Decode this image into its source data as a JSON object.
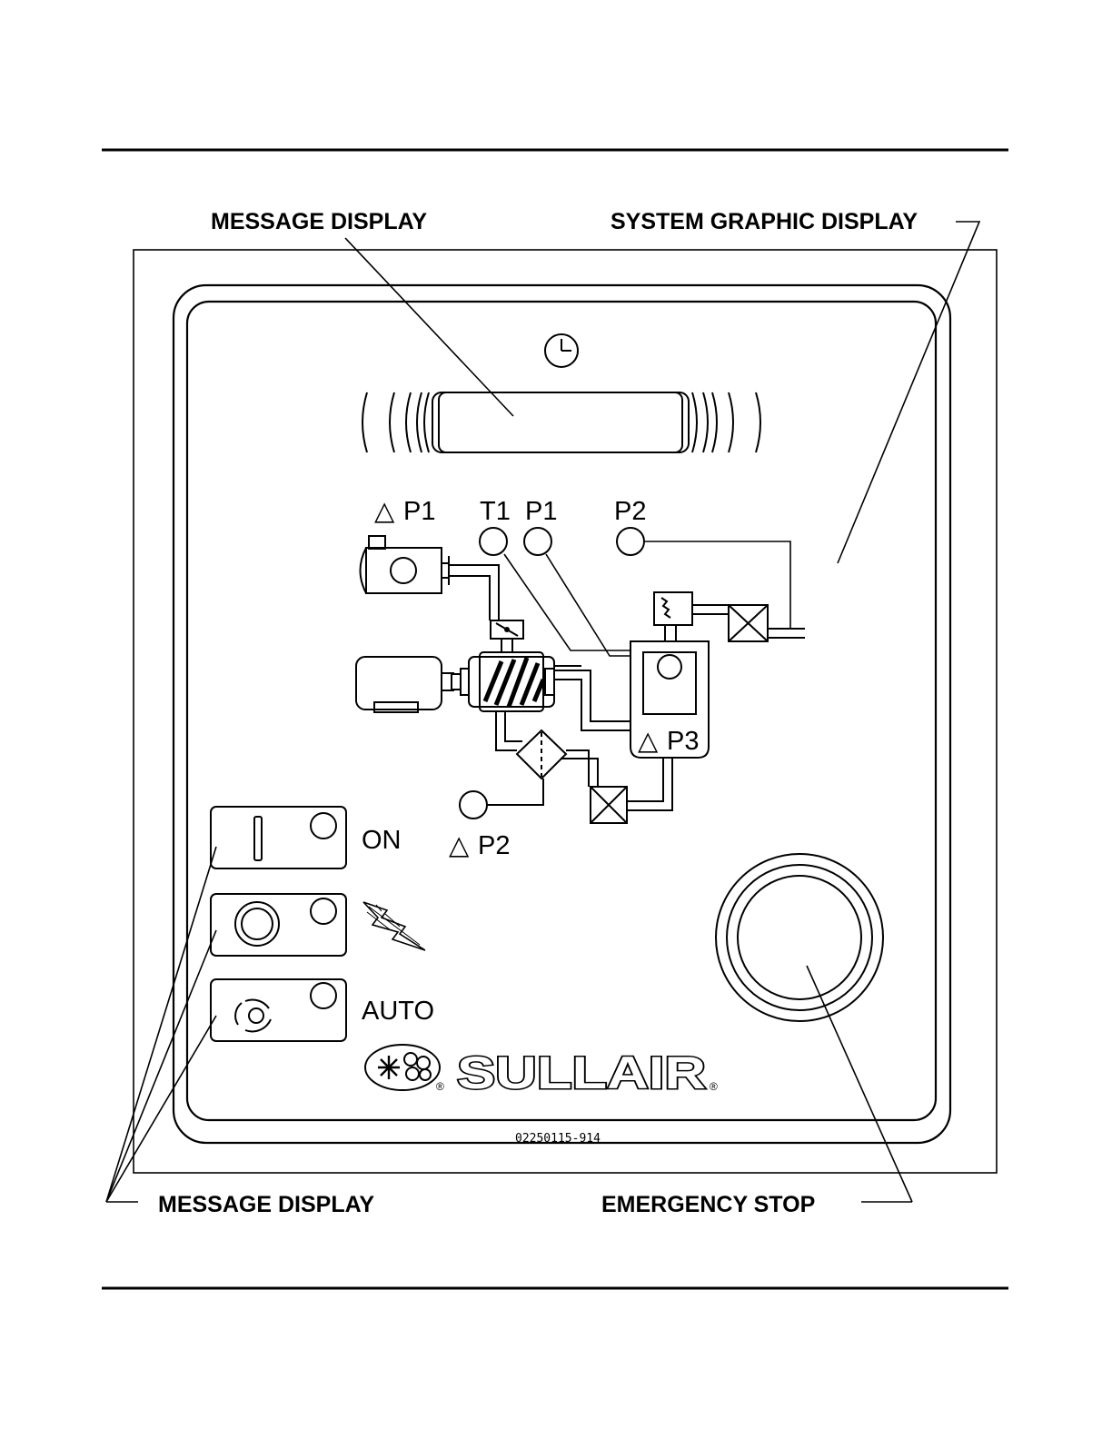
{
  "labels": {
    "message_display_top": "MESSAGE DISPLAY",
    "system_graphic_display": "SYSTEM GRAPHIC DISPLAY",
    "message_display_bottom": "MESSAGE DISPLAY",
    "emergency_stop": "EMERGENCY STOP"
  },
  "sensors": {
    "dp1": "P1",
    "t1": "T1",
    "p1": "P1",
    "p2": "P2",
    "dp3": "P3",
    "dp2": "P2",
    "delta_symbol": "△"
  },
  "buttons": {
    "on_label": "ON",
    "auto_label": "AUTO"
  },
  "brand": "SULLAIR",
  "registered_mark": "®",
  "part_number": "02250115-914",
  "icons": [
    "clock-icon",
    "lightning-icon",
    "auto-cycle-icon",
    "sullair-logo"
  ]
}
